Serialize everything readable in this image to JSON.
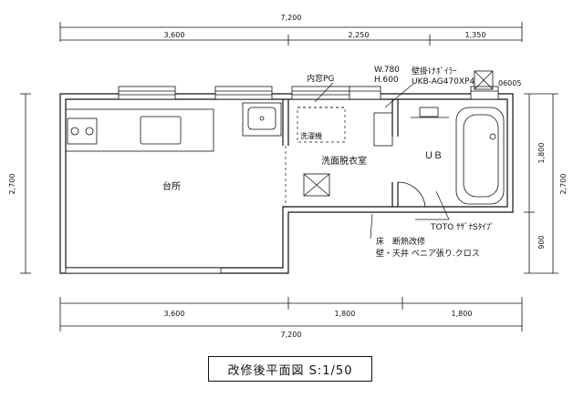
{
  "dimensions": {
    "top_total": "7,200",
    "top_seg1": "3,600",
    "top_seg2": "2,250",
    "top_seg3": "1,350",
    "bottom_total": "7,200",
    "bottom_seg1": "3,600",
    "bottom_seg2": "1,800",
    "bottom_seg3": "1,800",
    "left_total": "2,700",
    "right_seg1": "1,800",
    "right_total": "2,700",
    "right_seg2": "900"
  },
  "rooms": {
    "kitchen": "台所",
    "washroom": "洗面脱衣室",
    "bath": "ＵＢ"
  },
  "labels": {
    "window_pg": "内窓PG",
    "window_w": "W.780",
    "window_h": "H.600",
    "boiler_line1": "壁掛けﾎﾞｲﾗｰ",
    "boiler_line2": "UKB-AG470XP4",
    "code": "06005",
    "washer": "洗濯機",
    "ub_type": "TOTO ｻｻﾞﾅSﾀｲﾌﾟ",
    "floor_note": "床　断熱改修",
    "wall_note": "壁・天井 ベニア張り.クロス"
  },
  "title": "改修後平面図 S:1/50"
}
